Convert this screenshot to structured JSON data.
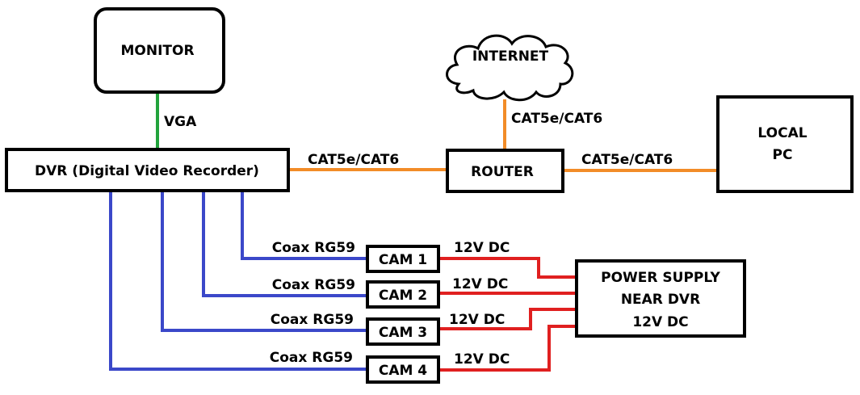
{
  "colors": {
    "vga": "#22a33c",
    "ethernet": "#f28c28",
    "coax": "#3b48c9",
    "power": "#e02020",
    "box_stroke": "#000000"
  },
  "nodes": {
    "monitor": "MONITOR",
    "internet": "INTERNET",
    "local_pc_line1": "LOCAL",
    "local_pc_line2": "PC",
    "dvr": "DVR (Digital Video Recorder)",
    "router": "ROUTER",
    "cam1": "CAM 1",
    "cam2": "CAM 2",
    "cam3": "CAM 3",
    "cam4": "CAM 4",
    "power_line1": "POWER SUPPLY",
    "power_line2": "NEAR DVR",
    "power_line3": "12V DC"
  },
  "connections": {
    "monitor_dvr": "VGA",
    "dvr_router": "CAT5e/CAT6",
    "internet_router": "CAT5e/CAT6",
    "router_pc": "CAT5e/CAT6",
    "coax1": "Coax RG59",
    "coax2": "Coax RG59",
    "coax3": "Coax RG59",
    "coax4": "Coax RG59",
    "power1": "12V DC",
    "power2": "12V DC",
    "power3": "12V DC",
    "power4": "12V DC"
  }
}
